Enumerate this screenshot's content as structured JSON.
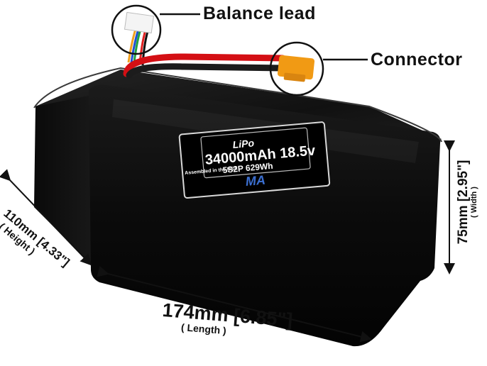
{
  "product": {
    "label": {
      "chemistry": "LiPo",
      "capacity": "34000mAh 18.5v",
      "configuration": "5S2P 629Wh",
      "assembled": "Assembled in the USA",
      "brand": "MA"
    }
  },
  "callouts": {
    "balance_lead": "Balance lead",
    "connector": "Connector"
  },
  "dimensions": {
    "length": {
      "value": "174mm [6.85\"]",
      "caption": "( Length )"
    },
    "height": {
      "value": "110mm [4.33\"]",
      "caption": "( Height )"
    },
    "width": {
      "value": "75mm [2.95\"]",
      "caption": "( Width )"
    }
  },
  "colors": {
    "battery_body": "#0a0a0a",
    "battery_top": "#1a1a1a",
    "label_border": "#d8d8d8",
    "wire_red": "#d40f14",
    "wire_black": "#1c1c1c",
    "connector": "#f19a14",
    "brand_blue": "#3b6fd1"
  }
}
